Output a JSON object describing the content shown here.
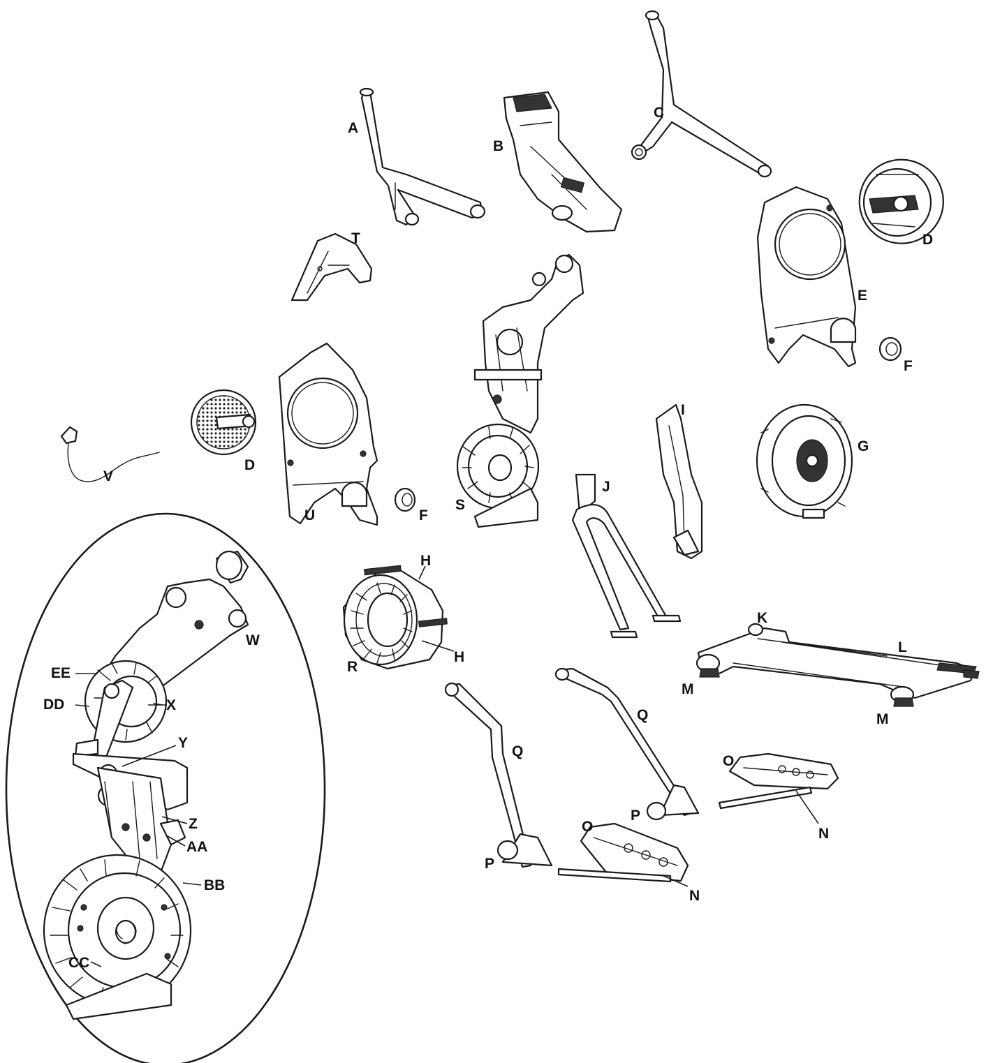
{
  "labels": {
    "A": "A",
    "B": "B",
    "C": "C",
    "D": "D",
    "E": "E",
    "F": "F",
    "G": "G",
    "H": "H",
    "I": "I",
    "J": "J",
    "K": "K",
    "L": "L",
    "M": "M",
    "N": "N",
    "O": "O",
    "P": "P",
    "Q": "Q",
    "R": "R",
    "S": "S",
    "T": "T",
    "U": "U",
    "V": "V",
    "W": "W",
    "X": "X",
    "Y": "Y",
    "Z": "Z",
    "AA": "AA",
    "BB": "BB",
    "CC": "CC",
    "DD": "DD",
    "EE": "EE"
  }
}
